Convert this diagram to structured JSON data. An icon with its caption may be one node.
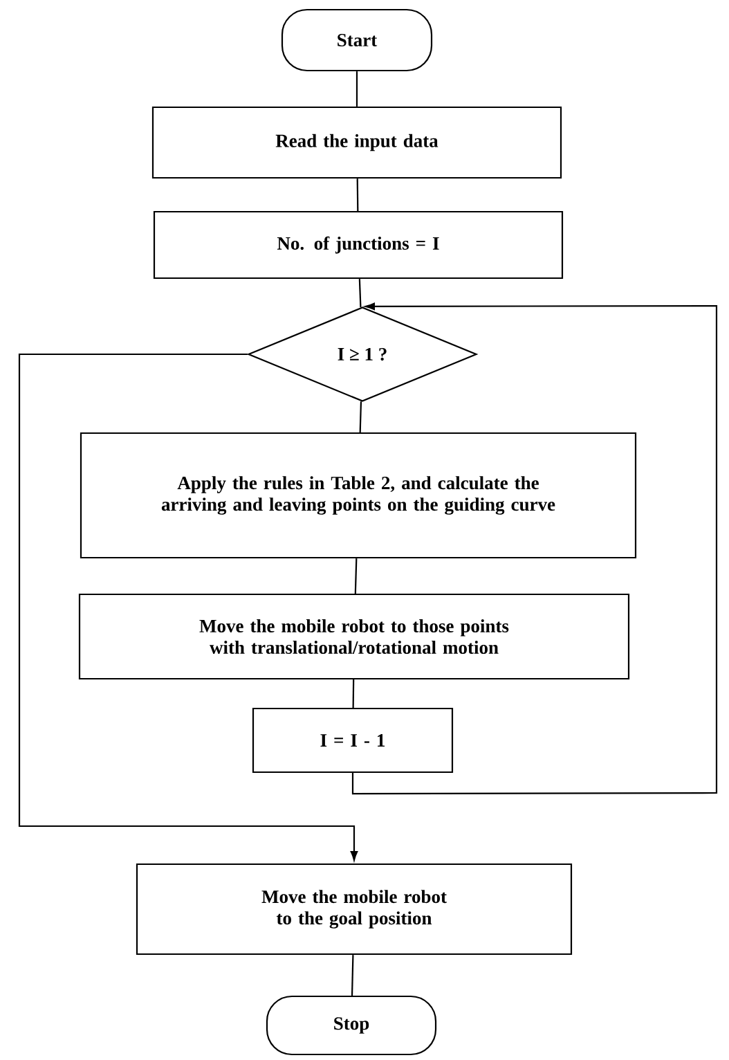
{
  "diagram": {
    "nodes": [
      {
        "text": [
          "Start"
        ]
      },
      {
        "text": [
          "Read the input data"
        ]
      },
      {
        "text": [
          "No. of junctions = I"
        ]
      },
      {
        "text": [
          "I ≥ 1 ?"
        ]
      },
      {
        "text": [
          "Apply the rules in Table 2, and calculate the arriving and leaving points on the guiding curve"
        ]
      },
      {
        "text": [
          "Move the mobile robot to those points with translational/rotational motion"
        ]
      },
      {
        "text": [
          "I = I - 1"
        ]
      },
      {
        "text": [
          "Move the mobile robot to the goal position"
        ]
      },
      {
        "text": [
          "Stop"
        ]
      }
    ],
    "edges": [
      {
        "from": 0,
        "to": 1,
        "arrow": "none"
      },
      {
        "from": 1,
        "to": 2,
        "arrow": "none"
      },
      {
        "from": 2,
        "to": 3,
        "arrow": "none"
      },
      {
        "from": 3,
        "to": 4,
        "arrow": "none"
      },
      {
        "from": 4,
        "to": 5,
        "arrow": "none"
      },
      {
        "from": 5,
        "to": 6,
        "arrow": "none"
      },
      {
        "from": 6,
        "to": 3,
        "arrow": "to"
      },
      {
        "from": 3,
        "to": 7,
        "arrow": "to"
      },
      {
        "from": 7,
        "to": 8,
        "arrow": "none"
      }
    ]
  }
}
